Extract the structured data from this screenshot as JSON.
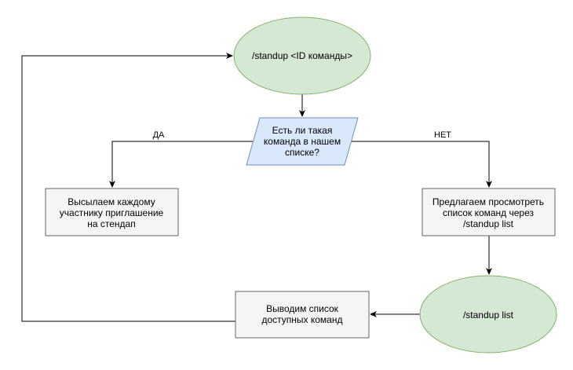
{
  "colors": {
    "start_fill": "#d5e8d4",
    "start_stroke": "#82b366",
    "decision_fill": "#dae8fc",
    "decision_stroke": "#6c8ebf",
    "process_fill": "#f5f5f5",
    "process_stroke": "#666666",
    "edge": "#000000"
  },
  "nodes": {
    "start": {
      "lines": [
        "/standup <ID команды>"
      ]
    },
    "decision": {
      "lines": [
        "Есть ли такая",
        "команда в нашем",
        "списке?"
      ]
    },
    "invite": {
      "lines": [
        "Высылаем каждому",
        "участнику приглашение",
        "на стендап"
      ]
    },
    "suggest": {
      "lines": [
        "Предлагаем просмотреть",
        "список команд через",
        "/standup list"
      ]
    },
    "list_cmd": {
      "lines": [
        "/standup list"
      ]
    },
    "show_list": {
      "lines": [
        "Выводим список",
        "доступных команд"
      ]
    }
  },
  "edges": {
    "yes_label": "ДА",
    "no_label": "НЕТ"
  }
}
